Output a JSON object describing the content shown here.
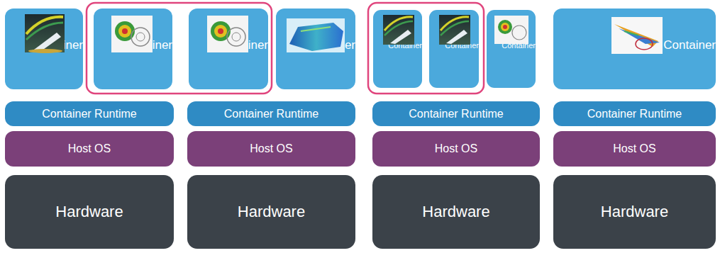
{
  "diagram": {
    "nodes": [
      {
        "text": [
          "Container"
        ]
      },
      {
        "text": [
          "Container"
        ]
      },
      {
        "text": [
          "Container"
        ]
      },
      {
        "text": [
          "Container"
        ]
      },
      {
        "text": [
          "Container"
        ]
      },
      {
        "text": [
          "Container"
        ]
      },
      {
        "text": [
          "Container"
        ]
      },
      {
        "text": [
          "Container"
        ]
      },
      {
        "text": [
          "Container Runtime"
        ]
      },
      {
        "text": [
          "Container Runtime"
        ]
      },
      {
        "text": [
          "Container Runtime"
        ]
      },
      {
        "text": [
          "Container Runtime"
        ]
      },
      {
        "text": [
          "Host OS"
        ]
      },
      {
        "text": [
          "Host OS"
        ]
      },
      {
        "text": [
          "Host OS"
        ]
      },
      {
        "text": [
          "Host OS"
        ]
      },
      {
        "text": [
          "Hardware"
        ]
      },
      {
        "text": [
          "Hardware"
        ]
      },
      {
        "text": [
          "Hardware"
        ]
      },
      {
        "text": [
          "Hardware"
        ]
      }
    ]
  }
}
